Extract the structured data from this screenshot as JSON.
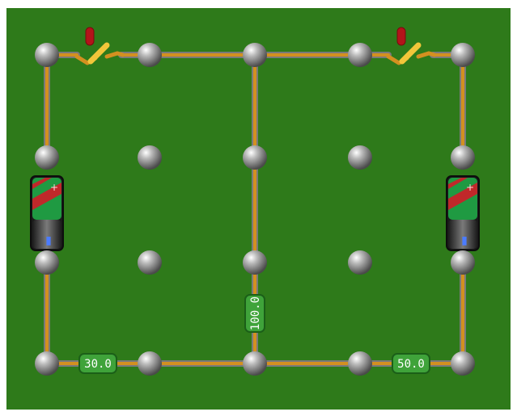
{
  "colors": {
    "board": "#2e7a1a",
    "wire_copper": "#d39020",
    "node": "#8e8e8e",
    "resistor_body": "#3fa33a",
    "battery_red": "#c0282a",
    "battery_green": "#1f9a42"
  },
  "components": {
    "resistors": [
      {
        "id": "r-left",
        "label": "30.0"
      },
      {
        "id": "r-middle",
        "label": "100.0"
      },
      {
        "id": "r-right",
        "label": "50.0"
      }
    ],
    "switches": [
      {
        "id": "sw-left",
        "state": "closed"
      },
      {
        "id": "sw-right",
        "state": "closed"
      }
    ],
    "batteries": [
      {
        "id": "bat-left"
      },
      {
        "id": "bat-right"
      }
    ]
  }
}
